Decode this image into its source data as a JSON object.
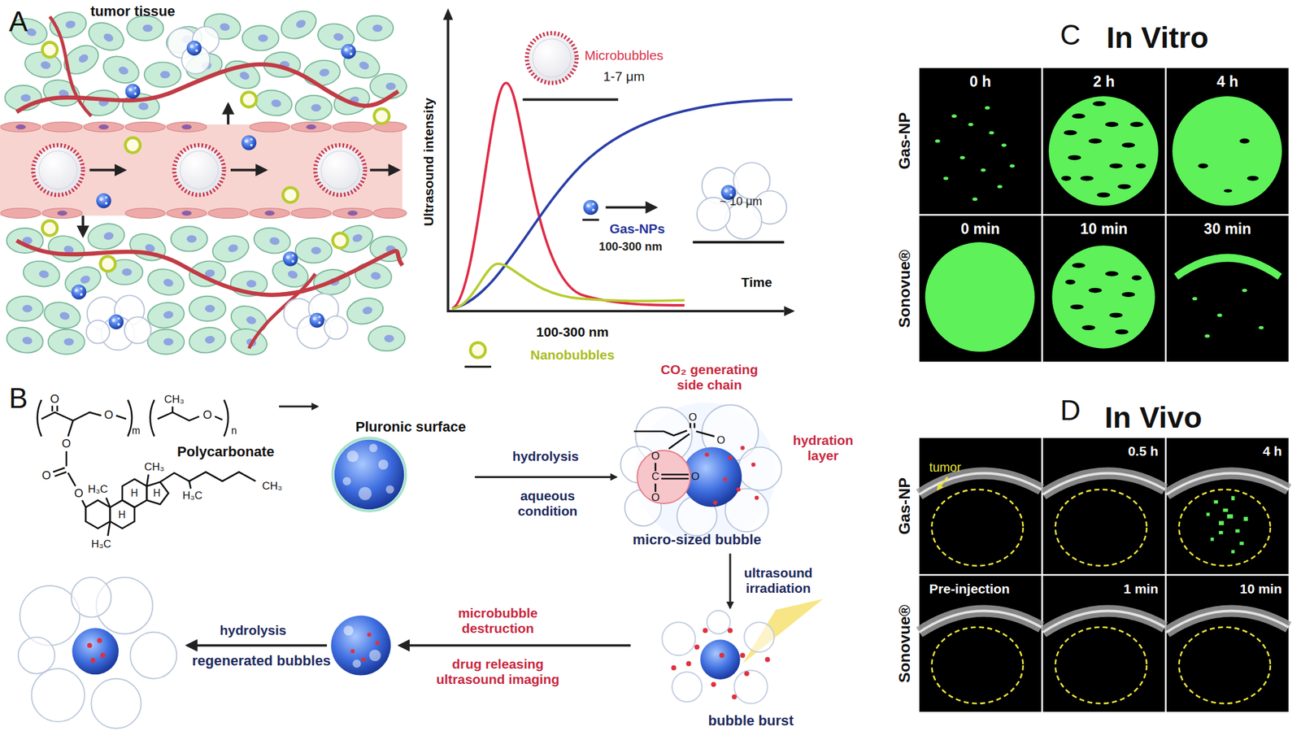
{
  "diagram": {
    "nodes": [
      {
        "text": [
          "Polycarbonate"
        ]
      },
      {
        "text": [
          "Pluronic surface"
        ]
      },
      {
        "text": [
          "hydration layer",
          "micro-sized bubble"
        ]
      },
      {
        "text": [
          "bubble burst"
        ]
      },
      {
        "text": [
          "regenerated bubbles"
        ]
      },
      {
        "text": [
          "0 h"
        ]
      },
      {
        "text": [
          "2 h"
        ]
      },
      {
        "text": [
          "4 h"
        ]
      },
      {
        "text": [
          "0 min"
        ]
      },
      {
        "text": [
          "10 min"
        ]
      },
      {
        "text": [
          "30 min"
        ]
      },
      {
        "text": [
          "tumor"
        ]
      },
      {
        "text": [
          "0.5 h"
        ]
      },
      {
        "text": [
          "4 h"
        ]
      },
      {
        "text": [
          "Pre-injection"
        ]
      },
      {
        "text": [
          "1 min"
        ]
      },
      {
        "text": [
          "10 min"
        ]
      }
    ],
    "edges": [
      {
        "from": 0,
        "to": 1,
        "arrow": "to"
      },
      {
        "from": 1,
        "to": 2,
        "label": "hydrolysis",
        "arrow": "to"
      },
      {
        "from": 2,
        "to": 3,
        "label": "ultrasound irradiation",
        "arrow": "to"
      }
    ],
    "labels": [
      "A",
      "tumor tissue",
      "Microbubbles",
      "1-7 μm",
      "Ultrasound intensity",
      "Time",
      "~ 10 μm",
      "Gas-NPs",
      "100-300 nm",
      "100-300 nm",
      "Nanobubbles",
      "B",
      "O",
      "O",
      "m",
      "CH₃",
      "O",
      "n",
      "O",
      "O",
      "O",
      "H",
      "H",
      "H",
      "H₃C",
      "CH₃",
      "H₃C",
      "CH₃",
      "H₃C",
      "aqueous condition",
      "CO₂ generating side chain",
      "O",
      "O",
      "O",
      "C",
      "O",
      "O",
      "microbubble destruction",
      "drug releasing ultrasound imaging",
      "hydrolysis",
      "C",
      "In Vitro",
      "Gas-NP",
      "Sonovue®",
      "D",
      "In Vivo",
      "Gas-NP",
      "Sonovue®"
    ]
  }
}
